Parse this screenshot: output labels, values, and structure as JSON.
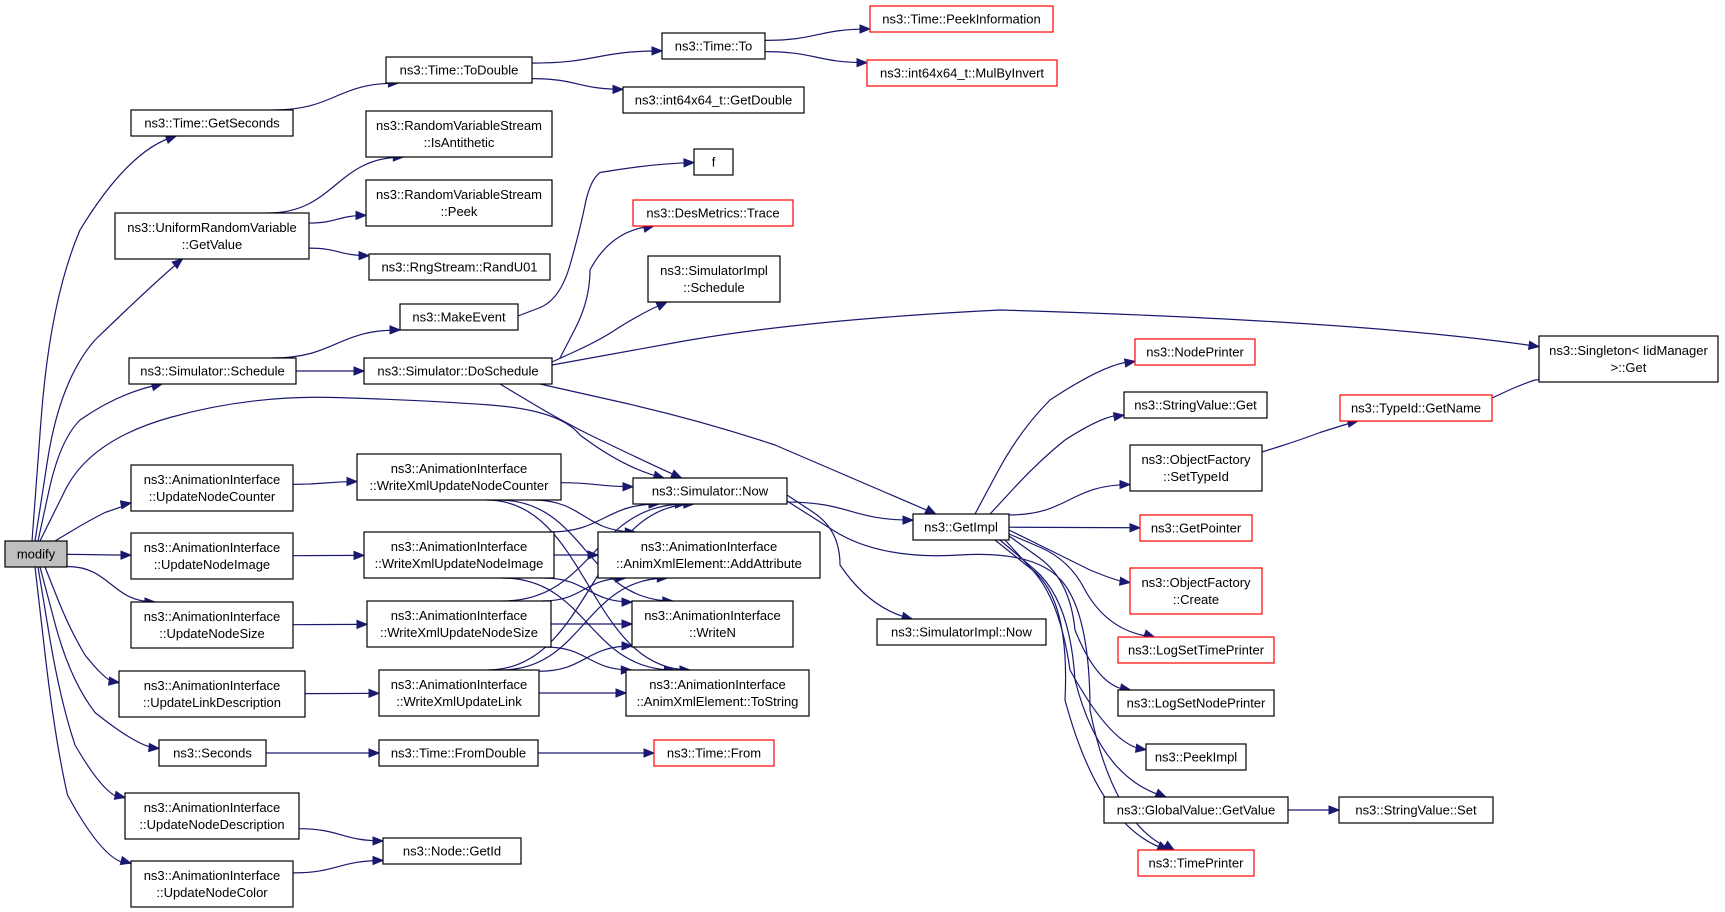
{
  "graph": {
    "root": "modify",
    "nodes": [
      {
        "id": "modify",
        "lines": [
          "modify"
        ],
        "root": true
      },
      {
        "id": "time_getseconds",
        "lines": [
          "ns3::Time::GetSeconds"
        ]
      },
      {
        "id": "uniform_getvalue",
        "lines": [
          "ns3::UniformRandomVariable",
          "::GetValue"
        ]
      },
      {
        "id": "sim_schedule",
        "lines": [
          "ns3::Simulator::Schedule"
        ]
      },
      {
        "id": "ai_updatenodecounter",
        "lines": [
          "ns3::AnimationInterface",
          "::UpdateNodeCounter"
        ]
      },
      {
        "id": "ai_updatenodeimage",
        "lines": [
          "ns3::AnimationInterface",
          "::UpdateNodeImage"
        ]
      },
      {
        "id": "ai_updatenodesize",
        "lines": [
          "ns3::AnimationInterface",
          "::UpdateNodeSize"
        ]
      },
      {
        "id": "ai_updatelinkdescription",
        "lines": [
          "ns3::AnimationInterface",
          "::UpdateLinkDescription"
        ]
      },
      {
        "id": "seconds",
        "lines": [
          "ns3::Seconds"
        ]
      },
      {
        "id": "ai_updatenodedescription",
        "lines": [
          "ns3::AnimationInterface",
          "::UpdateNodeDescription"
        ]
      },
      {
        "id": "ai_updatenodecolor",
        "lines": [
          "ns3::AnimationInterface",
          "::UpdateNodeColor"
        ]
      },
      {
        "id": "time_todouble",
        "lines": [
          "ns3::Time::ToDouble"
        ]
      },
      {
        "id": "rvs_isantithetic",
        "lines": [
          "ns3::RandomVariableStream",
          "::IsAntithetic"
        ]
      },
      {
        "id": "rvs_peek",
        "lines": [
          "ns3::RandomVariableStream",
          "::Peek"
        ]
      },
      {
        "id": "rng_randu01",
        "lines": [
          "ns3::RngStream::RandU01"
        ]
      },
      {
        "id": "makeevent",
        "lines": [
          "ns3::MakeEvent"
        ]
      },
      {
        "id": "sim_doschedule",
        "lines": [
          "ns3::Simulator::DoSchedule"
        ]
      },
      {
        "id": "ai_writexml_counter",
        "lines": [
          "ns3::AnimationInterface",
          "::WriteXmlUpdateNodeCounter"
        ]
      },
      {
        "id": "ai_writexml_image",
        "lines": [
          "ns3::AnimationInterface",
          "::WriteXmlUpdateNodeImage"
        ]
      },
      {
        "id": "ai_writexml_size",
        "lines": [
          "ns3::AnimationInterface",
          "::WriteXmlUpdateNodeSize"
        ]
      },
      {
        "id": "ai_writexml_link",
        "lines": [
          "ns3::AnimationInterface",
          "::WriteXmlUpdateLink"
        ]
      },
      {
        "id": "time_fromdouble",
        "lines": [
          "ns3::Time::FromDouble"
        ]
      },
      {
        "id": "node_getid",
        "lines": [
          "ns3::Node::GetId"
        ]
      },
      {
        "id": "time_to",
        "lines": [
          "ns3::Time::To"
        ]
      },
      {
        "id": "i64_getdouble",
        "lines": [
          "ns3::int64x64_t::GetDouble"
        ]
      },
      {
        "id": "f",
        "lines": [
          "f"
        ]
      },
      {
        "id": "desmetrics_trace",
        "lines": [
          "ns3::DesMetrics::Trace"
        ],
        "truncated": true
      },
      {
        "id": "simimpl_schedule",
        "lines": [
          "ns3::SimulatorImpl",
          "::Schedule"
        ]
      },
      {
        "id": "sim_now",
        "lines": [
          "ns3::Simulator::Now"
        ]
      },
      {
        "id": "ai_addattribute",
        "lines": [
          "ns3::AnimationInterface",
          "::AnimXmlElement::AddAttribute"
        ]
      },
      {
        "id": "ai_writen",
        "lines": [
          "ns3::AnimationInterface",
          "::WriteN"
        ]
      },
      {
        "id": "ai_tostring",
        "lines": [
          "ns3::AnimationInterface",
          "::AnimXmlElement::ToString"
        ]
      },
      {
        "id": "time_from",
        "lines": [
          "ns3::Time::From"
        ],
        "truncated": true
      },
      {
        "id": "time_peekinformation",
        "lines": [
          "ns3::Time::PeekInformation"
        ],
        "truncated": true
      },
      {
        "id": "i64_mulbyinvert",
        "lines": [
          "ns3::int64x64_t::MulByInvert"
        ],
        "truncated": true
      },
      {
        "id": "getimpl",
        "lines": [
          "ns3::GetImpl"
        ]
      },
      {
        "id": "simimpl_now",
        "lines": [
          "ns3::SimulatorImpl::Now"
        ]
      },
      {
        "id": "nodeprinter",
        "lines": [
          "ns3::NodePrinter"
        ],
        "truncated": true
      },
      {
        "id": "stringvalue_get",
        "lines": [
          "ns3::StringValue::Get"
        ]
      },
      {
        "id": "objectfactory_settypeid",
        "lines": [
          "ns3::ObjectFactory",
          "::SetTypeId"
        ]
      },
      {
        "id": "getpointer",
        "lines": [
          "ns3::GetPointer"
        ],
        "truncated": true
      },
      {
        "id": "objectfactory_create",
        "lines": [
          "ns3::ObjectFactory",
          "::Create"
        ],
        "truncated": true
      },
      {
        "id": "logsettimeprinter",
        "lines": [
          "ns3::LogSetTimePrinter"
        ],
        "truncated": true
      },
      {
        "id": "logsetnodeprinter",
        "lines": [
          "ns3::LogSetNodePrinter"
        ]
      },
      {
        "id": "peekimpl",
        "lines": [
          "ns3::PeekImpl"
        ]
      },
      {
        "id": "globalvalue_getvalue",
        "lines": [
          "ns3::GlobalValue::GetValue"
        ]
      },
      {
        "id": "timeprinter",
        "lines": [
          "ns3::TimePrinter"
        ],
        "truncated": true
      },
      {
        "id": "typeid_getname",
        "lines": [
          "ns3::TypeId::GetName"
        ],
        "truncated": true
      },
      {
        "id": "stringvalue_set",
        "lines": [
          "ns3::StringValue::Set"
        ]
      },
      {
        "id": "singleton_get",
        "lines": [
          "ns3::Singleton< IidManager",
          ">::Get"
        ]
      }
    ],
    "edges": [
      [
        "modify",
        "time_getseconds"
      ],
      [
        "modify",
        "uniform_getvalue"
      ],
      [
        "modify",
        "sim_schedule"
      ],
      [
        "modify",
        "sim_now"
      ],
      [
        "modify",
        "ai_updatenodecounter"
      ],
      [
        "modify",
        "ai_updatenodeimage"
      ],
      [
        "modify",
        "ai_updatenodesize"
      ],
      [
        "modify",
        "ai_updatelinkdescription"
      ],
      [
        "modify",
        "seconds"
      ],
      [
        "modify",
        "ai_updatenodedescription"
      ],
      [
        "modify",
        "ai_updatenodecolor"
      ],
      [
        "time_getseconds",
        "time_todouble"
      ],
      [
        "time_todouble",
        "time_to"
      ],
      [
        "time_todouble",
        "i64_getdouble"
      ],
      [
        "time_to",
        "time_peekinformation"
      ],
      [
        "time_to",
        "i64_mulbyinvert"
      ],
      [
        "uniform_getvalue",
        "rvs_isantithetic"
      ],
      [
        "uniform_getvalue",
        "rvs_peek"
      ],
      [
        "uniform_getvalue",
        "rng_randu01"
      ],
      [
        "sim_schedule",
        "makeevent"
      ],
      [
        "sim_schedule",
        "sim_doschedule"
      ],
      [
        "makeevent",
        "f"
      ],
      [
        "sim_doschedule",
        "desmetrics_trace"
      ],
      [
        "sim_doschedule",
        "simimpl_schedule"
      ],
      [
        "sim_doschedule",
        "singleton_get"
      ],
      [
        "sim_doschedule",
        "sim_now"
      ],
      [
        "sim_doschedule",
        "getimpl"
      ],
      [
        "ai_updatenodecounter",
        "ai_writexml_counter"
      ],
      [
        "ai_updatenodeimage",
        "ai_writexml_image"
      ],
      [
        "ai_updatenodesize",
        "ai_writexml_size"
      ],
      [
        "ai_updatelinkdescription",
        "ai_writexml_link"
      ],
      [
        "ai_writexml_counter",
        "sim_now"
      ],
      [
        "ai_writexml_counter",
        "ai_addattribute"
      ],
      [
        "ai_writexml_counter",
        "ai_writen"
      ],
      [
        "ai_writexml_counter",
        "ai_tostring"
      ],
      [
        "ai_writexml_image",
        "sim_now"
      ],
      [
        "ai_writexml_image",
        "ai_addattribute"
      ],
      [
        "ai_writexml_image",
        "ai_writen"
      ],
      [
        "ai_writexml_image",
        "ai_tostring"
      ],
      [
        "ai_writexml_size",
        "sim_now"
      ],
      [
        "ai_writexml_size",
        "ai_addattribute"
      ],
      [
        "ai_writexml_size",
        "ai_writen"
      ],
      [
        "ai_writexml_size",
        "ai_tostring"
      ],
      [
        "ai_writexml_link",
        "sim_now"
      ],
      [
        "ai_writexml_link",
        "ai_addattribute"
      ],
      [
        "ai_writexml_link",
        "ai_writen"
      ],
      [
        "ai_writexml_link",
        "ai_tostring"
      ],
      [
        "seconds",
        "time_fromdouble"
      ],
      [
        "time_fromdouble",
        "time_from"
      ],
      [
        "ai_updatenodedescription",
        "node_getid"
      ],
      [
        "ai_updatenodecolor",
        "node_getid"
      ],
      [
        "sim_now",
        "getimpl"
      ],
      [
        "sim_now",
        "simimpl_now"
      ],
      [
        "sim_now",
        "timeprinter"
      ],
      [
        "getimpl",
        "nodeprinter"
      ],
      [
        "getimpl",
        "stringvalue_get"
      ],
      [
        "getimpl",
        "objectfactory_settypeid"
      ],
      [
        "getimpl",
        "getpointer"
      ],
      [
        "getimpl",
        "objectfactory_create"
      ],
      [
        "getimpl",
        "logsettimeprinter"
      ],
      [
        "getimpl",
        "logsetnodeprinter"
      ],
      [
        "getimpl",
        "peekimpl"
      ],
      [
        "getimpl",
        "globalvalue_getvalue"
      ],
      [
        "getimpl",
        "timeprinter"
      ],
      [
        "objectfactory_settypeid",
        "typeid_getname"
      ],
      [
        "typeid_getname",
        "singleton_get"
      ],
      [
        "globalvalue_getvalue",
        "stringvalue_set"
      ]
    ]
  }
}
